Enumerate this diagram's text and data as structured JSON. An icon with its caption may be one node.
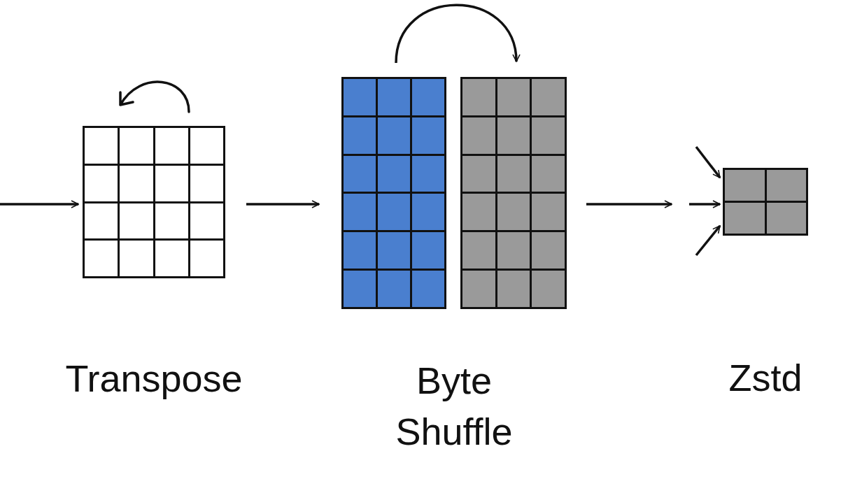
{
  "diagram": {
    "nodes": [
      {
        "text": [
          "Transpose"
        ]
      },
      {
        "text": [],
        "shape": "box"
      },
      {
        "text": [],
        "shape": "box"
      },
      {
        "text": [
          "Zstd"
        ]
      }
    ],
    "edges": [
      {
        "from": null,
        "to": 0,
        "arrow": "to"
      },
      {
        "from": 0,
        "to": 1,
        "arrow": "to"
      },
      {
        "from": 1,
        "to": 2,
        "arrow": "to"
      },
      {
        "from": 2,
        "to": null,
        "arrow": "to"
      },
      {
        "from": null,
        "to": 3,
        "arrow": "to"
      },
      {
        "from": null,
        "to": 3,
        "arrow": "to"
      },
      {
        "from": null,
        "to": 3,
        "arrow": "to"
      }
    ],
    "labels": [
      "Byte Shuffle"
    ]
  }
}
